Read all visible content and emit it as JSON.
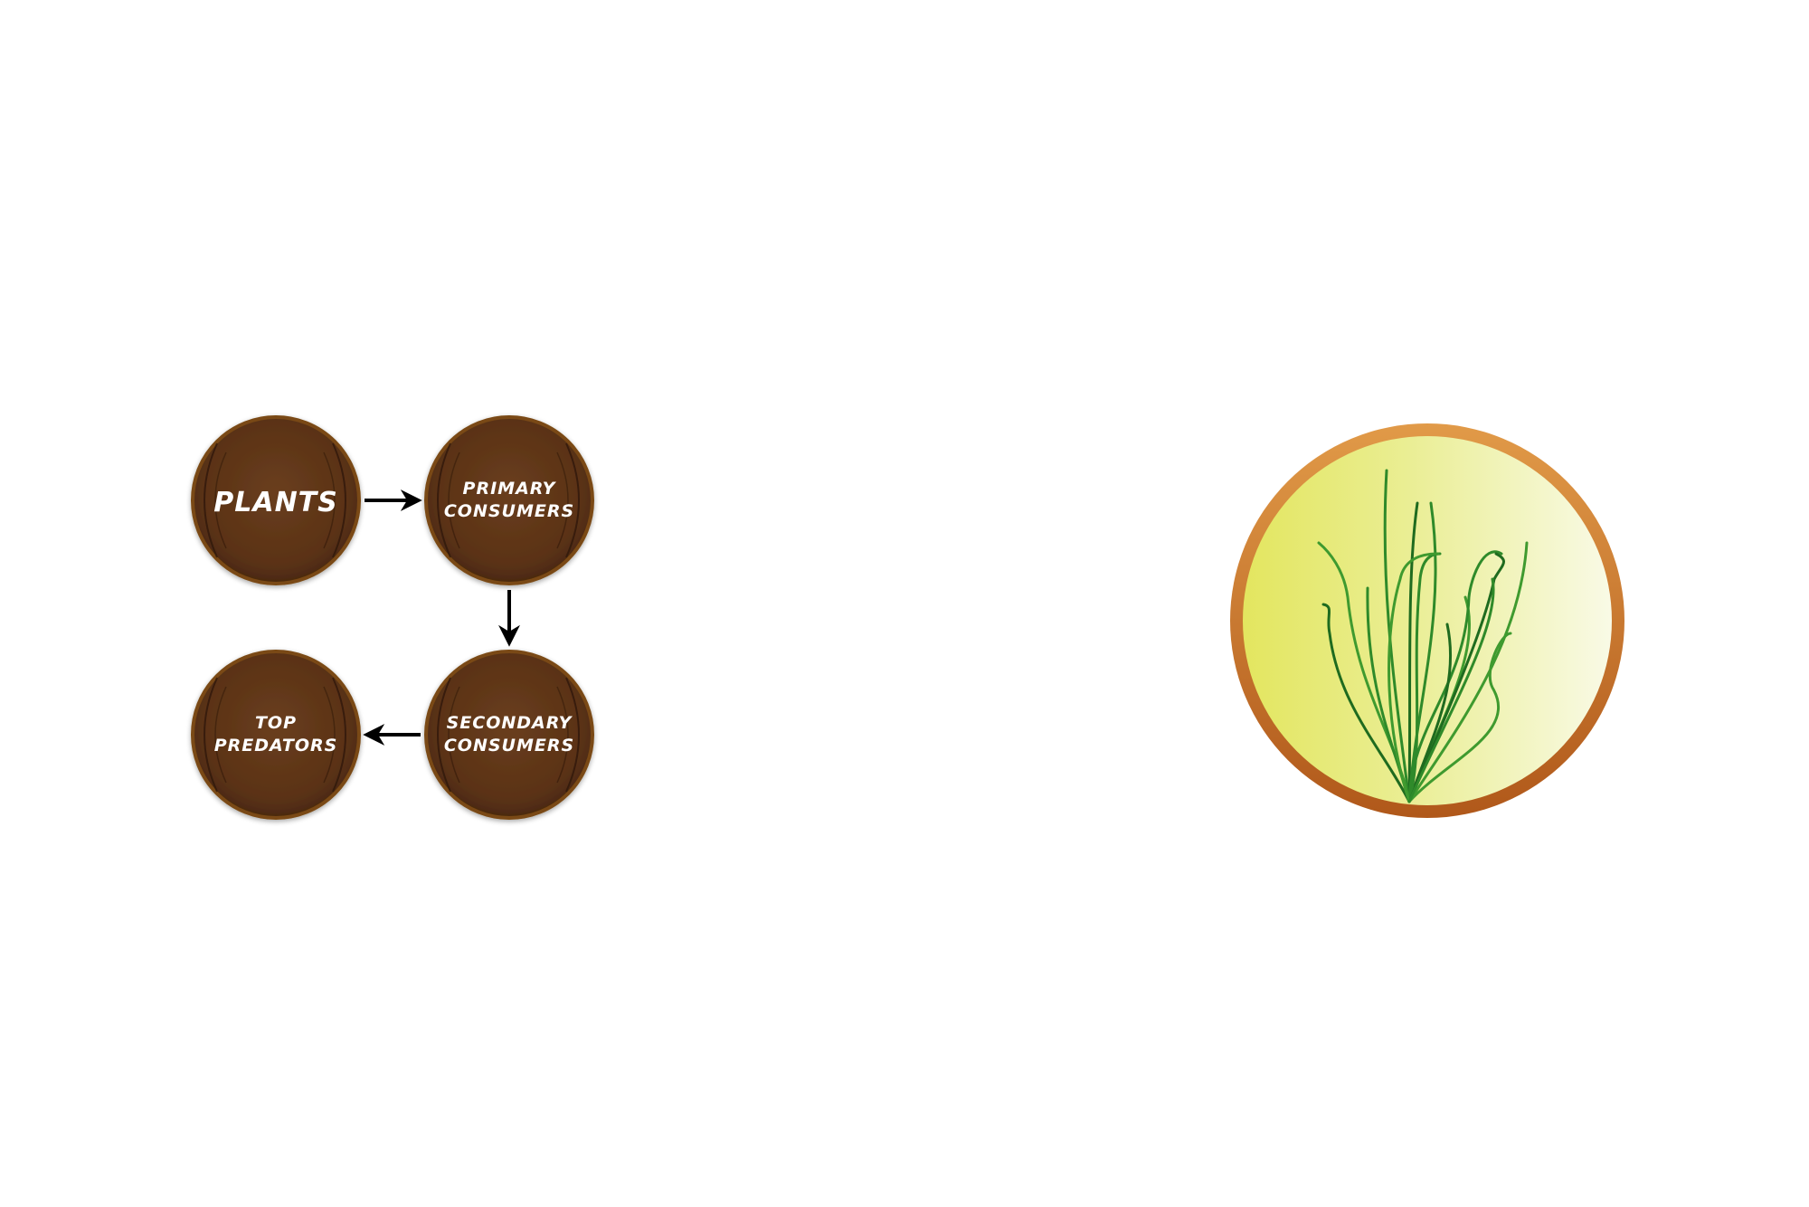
{
  "food_chain": {
    "nodes": [
      {
        "id": "plants",
        "lines": [
          "PLANTS"
        ]
      },
      {
        "id": "primary-consumers",
        "lines": [
          "PRIMARY",
          "CONSUMERS"
        ]
      },
      {
        "id": "secondary-consumers",
        "lines": [
          "SECONDARY",
          "CONSUMERS"
        ]
      },
      {
        "id": "top-predators",
        "lines": [
          "TOP",
          "PREDATORS"
        ]
      }
    ],
    "arrows": [
      {
        "from": "plants",
        "to": "primary-consumers"
      },
      {
        "from": "primary-consumers",
        "to": "secondary-consumers"
      },
      {
        "from": "secondary-consumers",
        "to": "top-predators"
      }
    ]
  },
  "illustration": {
    "subject": "plant",
    "icon": "grass-icon"
  },
  "colors": {
    "node_fill": "#5a3216",
    "node_border": "#7a4a12",
    "node_text": "#ffffff",
    "arrow": "#000000",
    "badge_ring": "#d98a3a",
    "badge_fill_left": "#e6e86a",
    "badge_fill_right": "#f7f9dc",
    "grass_dark": "#1f6b1f",
    "grass_light": "#3f9a2f"
  }
}
